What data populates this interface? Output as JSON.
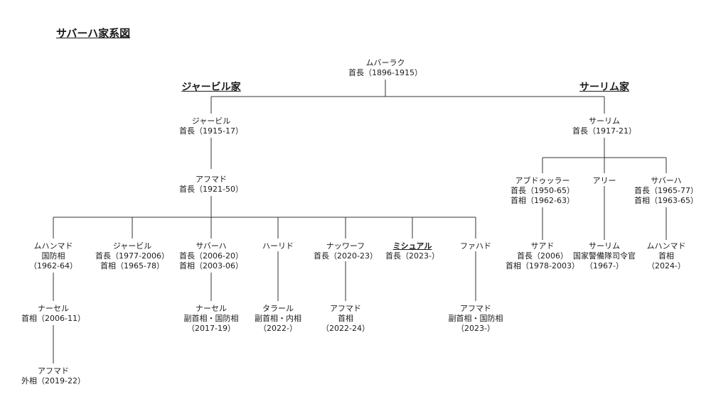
{
  "title": "サバーハ家系図",
  "houses": {
    "jaber": "ジャービル家",
    "salem": "サーリム家"
  },
  "nodes": {
    "mubarak": {
      "name": "ムバーラク",
      "lines": [
        "首長（1896-1915）"
      ]
    },
    "jaber1": {
      "name": "ジャービル",
      "lines": [
        "首長（1915-17）"
      ]
    },
    "salem1": {
      "name": "サーリム",
      "lines": [
        "首長（1917-21）"
      ]
    },
    "ahmad1": {
      "name": "アフマド",
      "lines": [
        "首長（1921-50）"
      ]
    },
    "abdullah": {
      "name": "アブドゥッラー",
      "lines": [
        "首長（1950-65）",
        "首相（1962-63）"
      ]
    },
    "ali": {
      "name": "アリー",
      "lines": []
    },
    "sabah3": {
      "name": "サバーハ",
      "lines": [
        "首長（1965-77）",
        "首相（1963-65）"
      ]
    },
    "muhammad1": {
      "name": "ムハンマド",
      "lines": [
        "国防相",
        "（1962-64）"
      ]
    },
    "jaber2": {
      "name": "ジャービル",
      "lines": [
        "首長（1977-2006）",
        "首相（1965-78）"
      ]
    },
    "sabah4": {
      "name": "サバーハ",
      "lines": [
        "首長（2006-20）",
        "首相（2003-06）"
      ]
    },
    "khalid": {
      "name": "ハーリド",
      "lines": []
    },
    "nawaf": {
      "name": "ナッワーフ",
      "lines": [
        "首長（2020-23）"
      ]
    },
    "mishal": {
      "name": "ミシュアル",
      "lines": [
        "首長（2023-）"
      ]
    },
    "fahad": {
      "name": "ファハド",
      "lines": []
    },
    "saad": {
      "name": "サアド",
      "lines": [
        "首長（2006）",
        "首相（1978-2003）"
      ]
    },
    "salem2": {
      "name": "サーリム",
      "lines": [
        "国家警備隊司令官",
        "（1967-）"
      ]
    },
    "muhammad2": {
      "name": "ムハンマド",
      "lines": [
        "首相",
        "（2024-）"
      ]
    },
    "nasser1": {
      "name": "ナーセル",
      "lines": [
        "首相（2006-11）"
      ]
    },
    "nasser2": {
      "name": "ナーセル",
      "lines": [
        "副首相・国防相",
        "（2017-19）"
      ]
    },
    "talal": {
      "name": "タラール",
      "lines": [
        "副首相・内相",
        "（2022-）"
      ]
    },
    "ahmad2": {
      "name": "アフマド",
      "lines": [
        "首相",
        "（2022-24）"
      ]
    },
    "ahmad3": {
      "name": "アフマド",
      "lines": [
        "副首相・国防相",
        "（2023-）"
      ]
    },
    "ahmad4": {
      "name": "アフマド",
      "lines": [
        "外相（2019-22）"
      ]
    }
  }
}
